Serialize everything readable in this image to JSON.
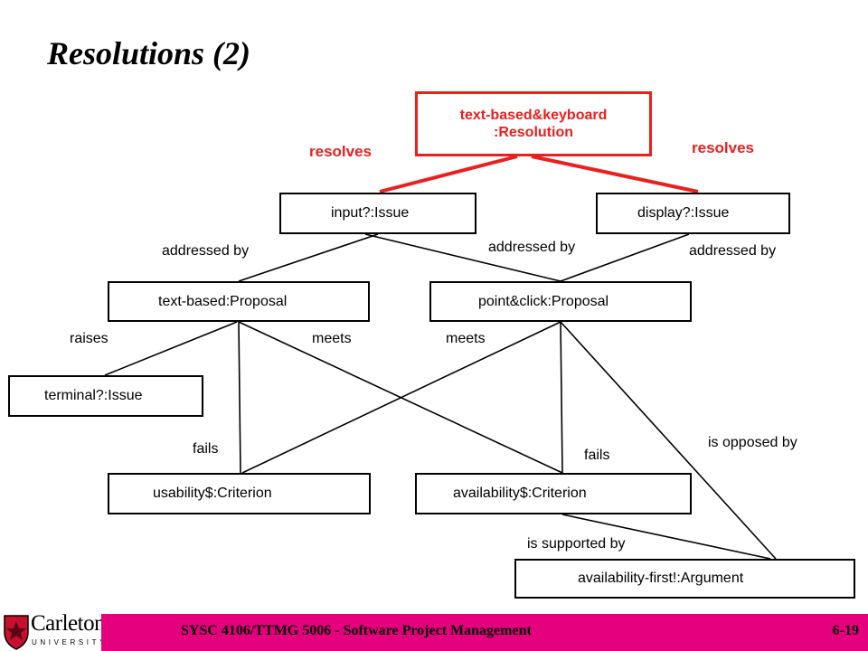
{
  "title": "Resolutions (2)",
  "nodes": {
    "resolution": {
      "line1": "text-based&keyboard",
      "line2": ":Resolution"
    },
    "input_issue": "input?:Issue",
    "display_issue": "display?:Issue",
    "text_based_proposal": "text-based:Proposal",
    "point_click_proposal": "point&click:Proposal",
    "terminal_issue": "terminal?:Issue",
    "usability_criterion": "usability$:Criterion",
    "availability_criterion": "availability$:Criterion",
    "availability_argument": "availability-first!:Argument"
  },
  "labels": {
    "resolves_left": "resolves",
    "resolves_right": "resolves",
    "addressed_by_1": "addressed by",
    "addressed_by_2": "addressed by",
    "addressed_by_3": "addressed by",
    "raises": "raises",
    "meets_1": "meets",
    "meets_2": "meets",
    "fails_1": "fails",
    "fails_2": "fails",
    "is_opposed_by": "is opposed by",
    "is_supported_by": "is supported by"
  },
  "colors": {
    "accent_red": "#e8201e",
    "footer_magenta": "#e5007d"
  },
  "footer": {
    "course": "SYSC 4106/TTMG 5006 - Software Project Management",
    "page": "6-19"
  },
  "logo": {
    "name": "Carleton",
    "sub": "UNIVERSITY",
    "icon": "carleton-shield-icon"
  }
}
